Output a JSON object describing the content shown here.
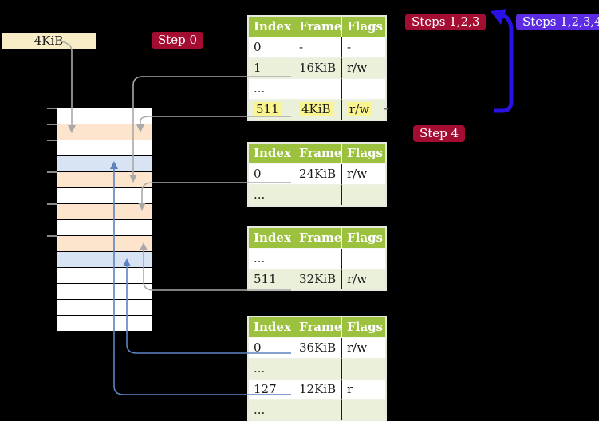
{
  "labels": {
    "mem_block": "4KiB",
    "step0": "Step 0",
    "steps123": "Steps 1,2,3",
    "steps1234": "Steps 1,2,3,4",
    "step4": "Step 4"
  },
  "tables": [
    {
      "id": "page-table-top",
      "headers": [
        "Index",
        "Frame",
        "Flags"
      ],
      "rows": [
        {
          "cells": [
            "0",
            "-",
            "-"
          ]
        },
        {
          "cells": [
            "1",
            "16KiB",
            "r/w"
          ]
        },
        {
          "cells": [
            "...",
            "",
            ""
          ]
        },
        {
          "cells": [
            "511",
            "4KiB",
            "r/w"
          ],
          "highlight": true
        }
      ]
    },
    {
      "id": "page-table-2",
      "headers": [
        "Index",
        "Frame",
        "Flags"
      ],
      "rows": [
        {
          "cells": [
            "0",
            "24KiB",
            "r/w"
          ]
        },
        {
          "cells": [
            "...",
            "",
            ""
          ]
        }
      ]
    },
    {
      "id": "page-table-3",
      "headers": [
        "Index",
        "Frame",
        "Flags"
      ],
      "rows": [
        {
          "cells": [
            "...",
            "",
            ""
          ]
        },
        {
          "cells": [
            "511",
            "32KiB",
            "r/w"
          ]
        }
      ]
    },
    {
      "id": "page-table-4",
      "headers": [
        "Index",
        "Frame",
        "Flags"
      ],
      "rows": [
        {
          "cells": [
            "0",
            "36KiB",
            "r/w"
          ]
        },
        {
          "cells": [
            "...",
            "",
            ""
          ]
        },
        {
          "cells": [
            "127",
            "12KiB",
            "r"
          ]
        },
        {
          "cells": [
            "...",
            "",
            ""
          ]
        }
      ]
    }
  ],
  "memory": {
    "rows": [
      "white",
      "peach",
      "white",
      "blue",
      "peach",
      "white",
      "peach",
      "white",
      "peach",
      "blue",
      "white",
      "white",
      "white",
      "white"
    ]
  },
  "colors": {
    "table_header": "#9cc13f",
    "table_row_alt": "#eaf0da",
    "highlight": "#fbf591",
    "peach": "#fce4cd",
    "blue_row": "#d8e4f4",
    "label_red": "#a30d32",
    "label_violet": "#5a2be3",
    "arrow_blue": "#2912e6",
    "connector_gray": "#a9a9a9",
    "connector_blue": "#5e82c0",
    "mem_block_bg": "#f8ecc6"
  }
}
